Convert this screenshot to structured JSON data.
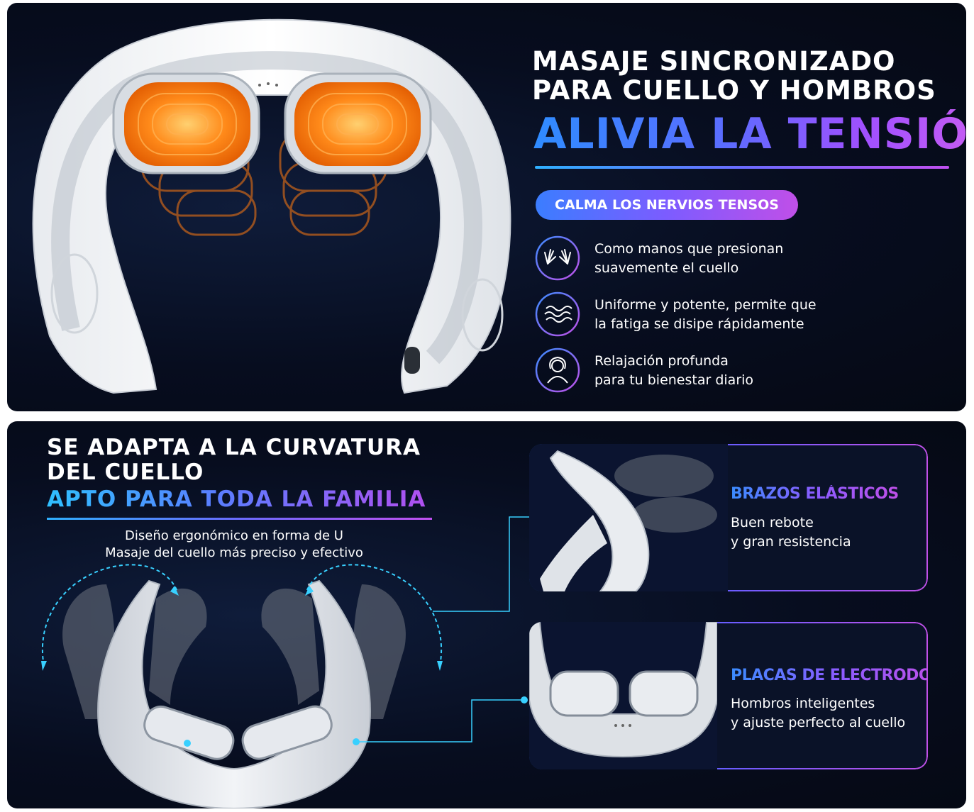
{
  "top": {
    "title_line1": "MASAJE SINCRONIZADO",
    "title_line2": "PARA CUELLO Y HOMBROS",
    "highlight": "ALIVIA LA TENSIÓN",
    "badge": "CALMA LOS NERVIOS TENSOS",
    "features": [
      {
        "icon": "hands-icon",
        "line1": "Como manos que presionan",
        "line2": "suavemente el cuello"
      },
      {
        "icon": "waves-icon",
        "line1": "Uniforme y potente, permite que",
        "line2": "la fatiga se disipe rápidamente"
      },
      {
        "icon": "relax-person-icon",
        "line1": "Relajación profunda",
        "line2": "para tu bienestar diario"
      }
    ]
  },
  "bottom": {
    "title_line1": "SE ADAPTA A LA CURVATURA",
    "title_line2": "DEL CUELLO",
    "highlight": "APTO PARA TODA LA FAMILIA",
    "ergo_line1": "Diseño ergonómico en forma de U",
    "ergo_line2": "Masaje del cuello más preciso y efectivo",
    "cards": [
      {
        "title": "BRAZOS ELÁSTICOS",
        "line1": "Buen rebote",
        "line2": "y gran resistencia"
      },
      {
        "title": "PLACAS DE ELECTRODOS",
        "line1": "Hombros inteligentes",
        "line2": "y ajuste perfecto al cuello"
      }
    ]
  },
  "colors": {
    "accent_blue": "#2f8cff",
    "accent_purple": "#c050e8",
    "heat_orange": "#ff7a10",
    "panel_bg": "#070d1f"
  }
}
